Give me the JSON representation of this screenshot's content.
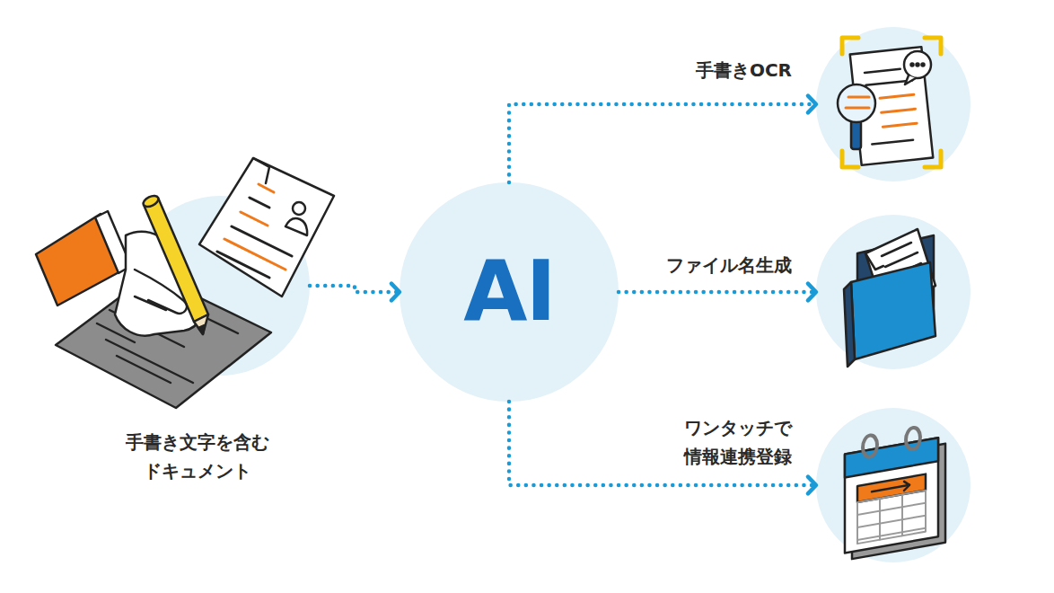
{
  "diagram": {
    "nodes": [
      {
        "text": [
          "手書き文字を含む ドキュメント"
        ]
      },
      {
        "text": [
          "AI"
        ]
      },
      {
        "text": [
          "手書きOCR"
        ]
      },
      {
        "text": [
          "ファイル名生成"
        ]
      },
      {
        "text": [
          "ワンタッチで 情報連携登録"
        ]
      }
    ],
    "edges": [
      {
        "from": 0,
        "to": 1,
        "arrow": "to"
      },
      {
        "from": 1,
        "to": 2,
        "arrow": "to"
      },
      {
        "from": 1,
        "to": 3,
        "arrow": "to"
      },
      {
        "from": 1,
        "to": 4,
        "arrow": "to"
      }
    ]
  }
}
